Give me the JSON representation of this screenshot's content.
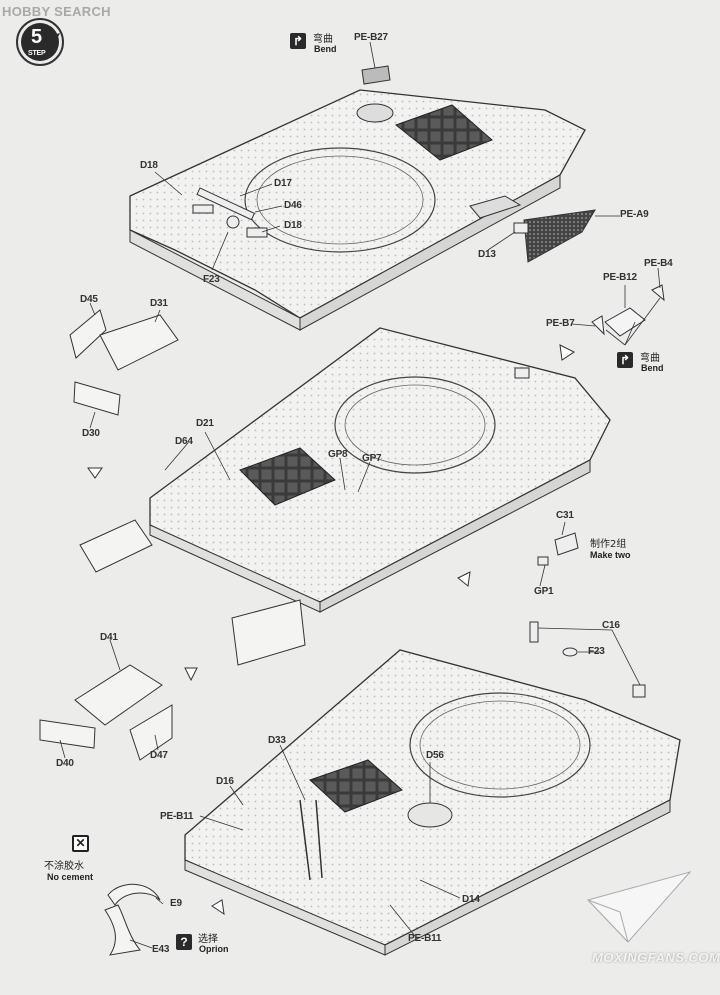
{
  "watermark": "HOBBY SEARCH",
  "site_watermark": "MOXINGFANS.COM",
  "step": {
    "number": "5",
    "word": "STEP"
  },
  "callouts": {
    "bend_cn": "弯曲",
    "bend_en": "Bend",
    "make_two_cn": "制作2组",
    "make_two_en": "Make two",
    "no_cement_cn": "不涂胶水",
    "no_cement_en": "No cement",
    "option_cn": "选择",
    "option_en": "Oprion"
  },
  "parts": {
    "pe_b27": "PE-B27",
    "d18a": "D18",
    "d17": "D17",
    "d46": "D46",
    "d18b": "D18",
    "f23a": "F23",
    "pe_a9": "PE-A9",
    "d13": "D13",
    "pe_b4": "PE-B4",
    "pe_b12": "PE-B12",
    "pe_b7": "PE-B7",
    "d45": "D45",
    "d31": "D31",
    "d30": "D30",
    "d21": "D21",
    "d64": "D64",
    "gp8": "GP8",
    "gp7": "GP7",
    "c31": "C31",
    "gp1": "GP1",
    "c16": "C16",
    "f23b": "F23",
    "d41": "D41",
    "d40": "D40",
    "d47": "D47",
    "d33": "D33",
    "d56": "D56",
    "d16": "D16",
    "pe_b11a": "PE-B11",
    "d14": "D14",
    "e9": "E9",
    "e43": "E43",
    "pe_b11b": "PE-B11"
  },
  "icons": [
    "bend-icon",
    "no-cement-icon",
    "option-icon",
    "step-badge-icon",
    "paper-plane-logo-icon"
  ]
}
